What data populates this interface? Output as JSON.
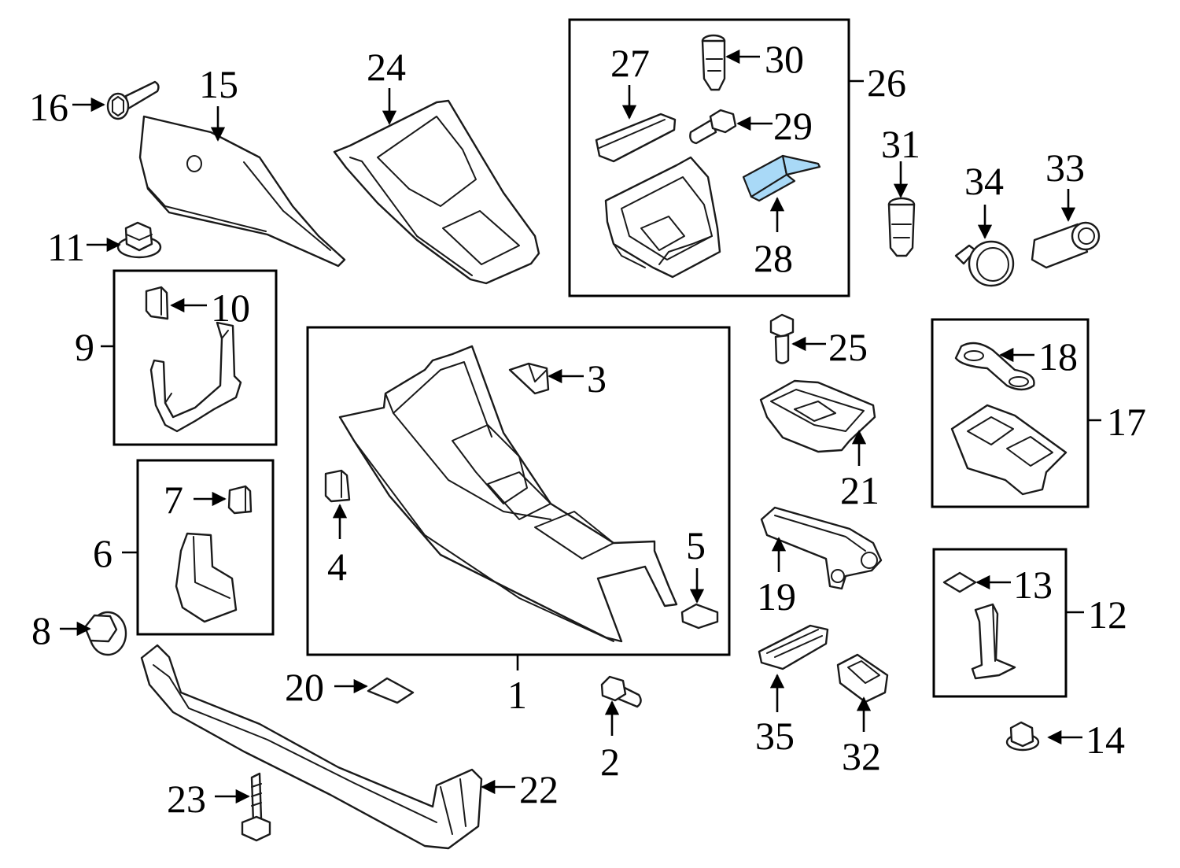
{
  "diagram": {
    "accent_color": "#a9d9f7",
    "highlighted_part": "28",
    "callouts": [
      "1",
      "2",
      "3",
      "4",
      "5",
      "6",
      "7",
      "8",
      "9",
      "10",
      "11",
      "12",
      "13",
      "14",
      "15",
      "16",
      "17",
      "18",
      "19",
      "20",
      "21",
      "22",
      "23",
      "24",
      "25",
      "26",
      "27",
      "28",
      "29",
      "30",
      "31",
      "32",
      "33",
      "34",
      "35"
    ]
  }
}
